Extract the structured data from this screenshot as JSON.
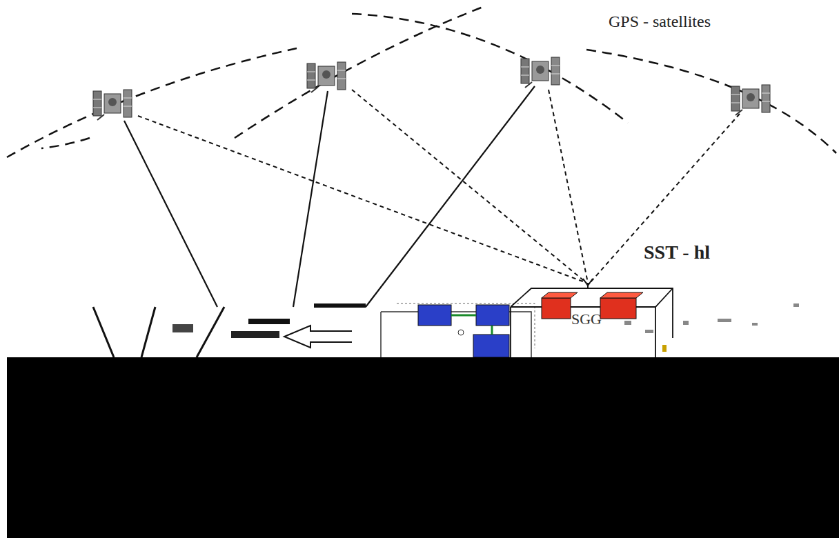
{
  "diagram": {
    "nodes": [
      {
        "text": [
          "SGG"
        ]
      }
    ],
    "labels": [
      "GPS - satellites",
      "SST - hl"
    ]
  }
}
